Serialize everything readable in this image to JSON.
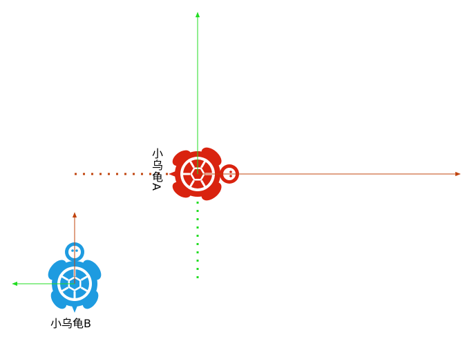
{
  "turtles": {
    "a": {
      "label": "小乌龟A",
      "color": "#d9230f",
      "heading": "right"
    },
    "b": {
      "label": "小乌龟B",
      "color": "#1e9be0",
      "heading": "up"
    }
  },
  "colors": {
    "x_axis": "#c0440e",
    "y_axis": "#22dd22",
    "background": "#ffffff"
  },
  "axes": {
    "style_positive": "solid-arrow",
    "style_negative": "dotted"
  }
}
